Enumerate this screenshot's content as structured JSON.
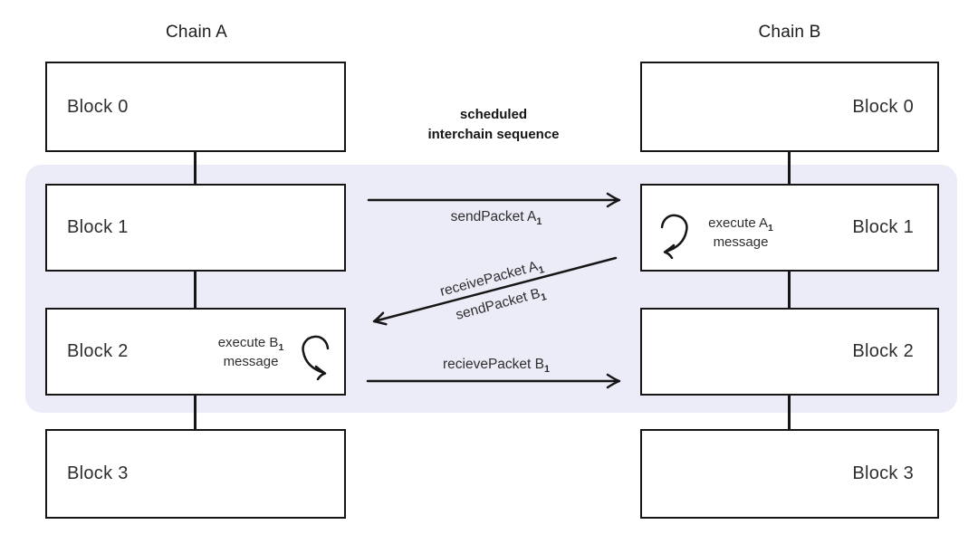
{
  "colors": {
    "band": "#ecebf8",
    "stroke": "#161616",
    "text": "#2e2e2e"
  },
  "chain_a": {
    "title": "Chain A",
    "blocks": [
      "Block 0",
      "Block 1",
      "Block 2",
      "Block 3"
    ]
  },
  "chain_b": {
    "title": "Chain B",
    "blocks": [
      "Block 0",
      "Block 1",
      "Block 2",
      "Block 3"
    ]
  },
  "center": {
    "header_line1": "scheduled",
    "header_line2": "interchain sequence"
  },
  "messages": {
    "send_a": {
      "base": "sendPacket A",
      "sub": "1"
    },
    "receive_a": {
      "base": "receivePacket A",
      "sub": "1"
    },
    "send_b": {
      "base": "sendPacket B",
      "sub": "1"
    },
    "receive_b": {
      "base": "recievePacket B",
      "sub": "1"
    }
  },
  "executions": {
    "exec_a": {
      "base": "execute A",
      "sub": "1",
      "line2": "message"
    },
    "exec_b": {
      "base": "execute B",
      "sub": "1",
      "line2": "message"
    }
  }
}
